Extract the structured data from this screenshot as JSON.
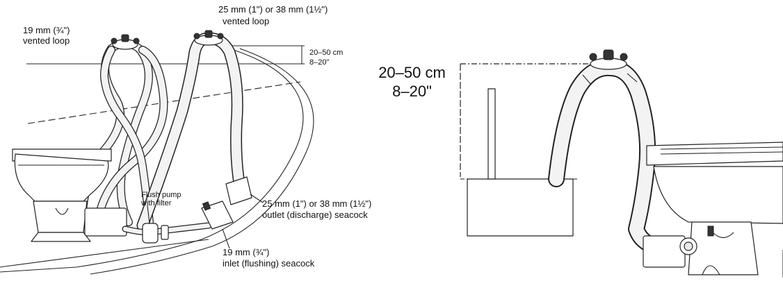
{
  "left_diagram": {
    "loop_small_line1": "19 mm (¾\")",
    "loop_small_line2": "vented loop",
    "loop_large_line1": "25 mm (1\") or 38 mm (1½\")",
    "loop_large_line2": "vented loop",
    "height_cm": "20–50 cm",
    "height_in": "8–20\"",
    "pump_line1": "Flush pump",
    "pump_line2": "with filter",
    "outlet_line1": "25 mm (1\") or 38 mm (1½\")",
    "outlet_line2": "outlet (discharge) seacock",
    "inlet_line1": "19 mm (¾\")",
    "inlet_line2": "inlet (flushing) seacock"
  },
  "right_diagram": {
    "height_cm": "20–50 cm",
    "height_in": "8–20\""
  },
  "colors": {
    "line": "#222222",
    "hose_fill": "#f3f3f3",
    "background": "#ffffff"
  }
}
